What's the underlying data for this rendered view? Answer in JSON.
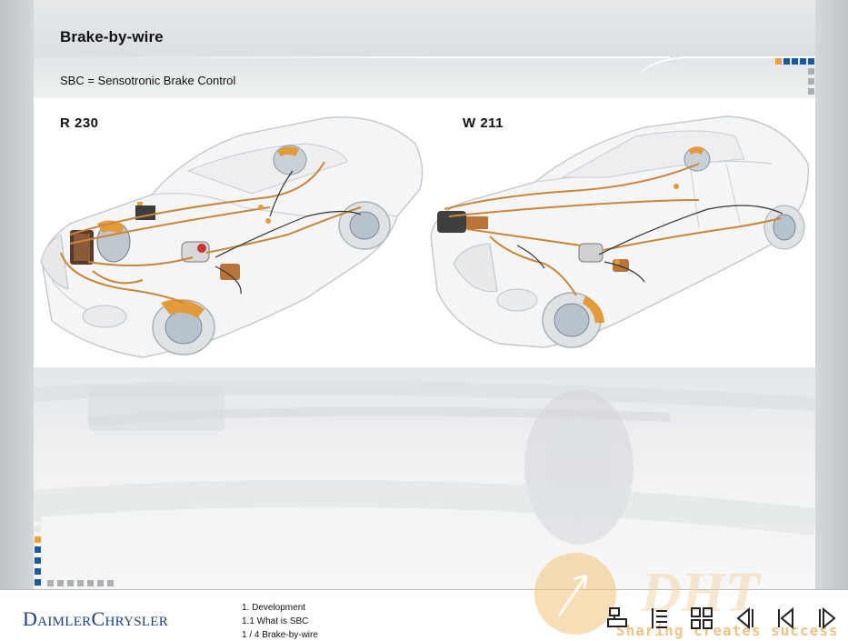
{
  "slide": {
    "title": "Brake-by-wire",
    "subtitle": "SBC = Sensotronic Brake Control"
  },
  "figures": [
    {
      "label": "R 230"
    },
    {
      "label": "W 211"
    }
  ],
  "footer": {
    "brand": "DaimlerChrysler",
    "breadcrumb": [
      "1. Development",
      "1.1 What is SBC",
      "1 / 4 Brake-by-wire"
    ],
    "nav_buttons": [
      "index-icon",
      "contents-icon",
      "previous-icon",
      "first-icon",
      "next-icon"
    ]
  },
  "watermark": {
    "logo": "DHT",
    "slogan": "Sharing creates success"
  },
  "colors": {
    "accent_blue": "#1e5a96",
    "accent_orange": "#f0a030",
    "brand_blue": "#1c3f73",
    "brake_line": "#c8863a"
  }
}
